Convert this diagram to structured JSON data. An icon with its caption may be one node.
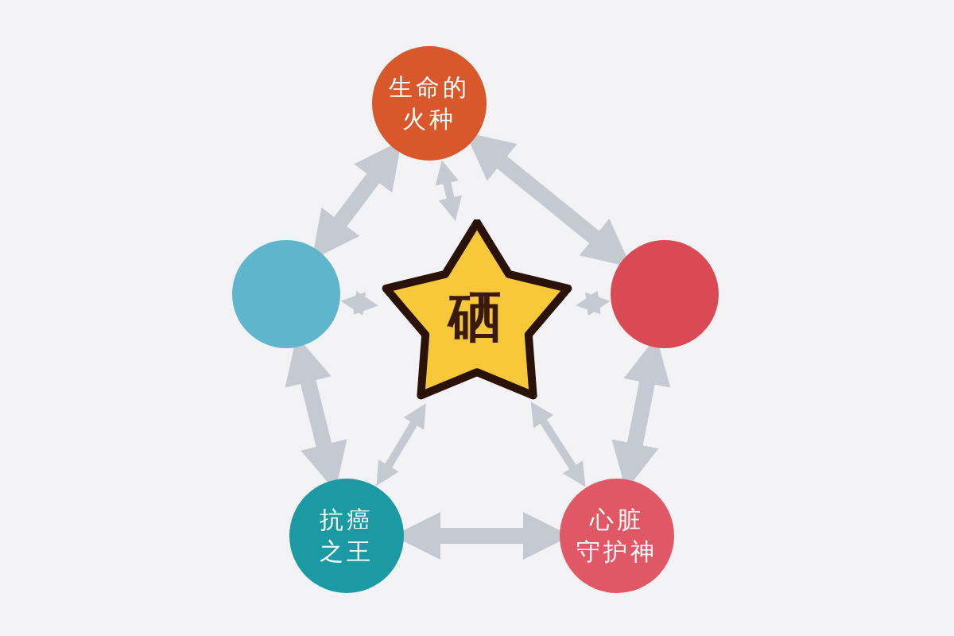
{
  "diagram": {
    "nodes": [
      {
        "text": [
          "生命的火种"
        ]
      },
      {
        "text": [],
        "shape": "circle"
      },
      {
        "text": [
          "硒"
        ]
      },
      {
        "text": [],
        "shape": "circle"
      },
      {
        "text": [
          "抗癌之王"
        ]
      },
      {
        "text": [
          "心脏守护神"
        ]
      }
    ],
    "edges": [
      {
        "from": 0,
        "to": 1,
        "arrow": "both",
        "style": "thick"
      },
      {
        "from": 0,
        "to": 2,
        "arrow": "both"
      },
      {
        "from": 0,
        "to": 3,
        "arrow": "both",
        "style": "thick"
      },
      {
        "from": 1,
        "to": 2,
        "arrow": "both"
      },
      {
        "from": 2,
        "to": 3,
        "arrow": "both"
      },
      {
        "from": 1,
        "to": 4,
        "arrow": "both",
        "style": "thick"
      },
      {
        "from": 3,
        "to": 5,
        "arrow": "both",
        "style": "thick"
      },
      {
        "from": 2,
        "to": 4,
        "arrow": "both"
      },
      {
        "from": 2,
        "to": 5,
        "arrow": "both"
      },
      {
        "from": 4,
        "to": 5,
        "arrow": "both",
        "style": "thick"
      }
    ]
  }
}
